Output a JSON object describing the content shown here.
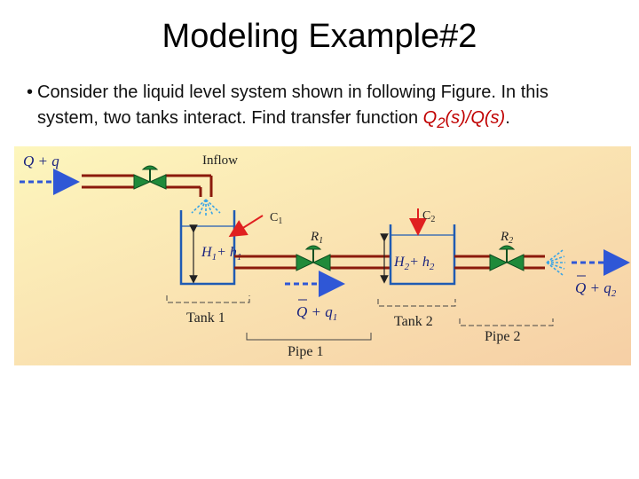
{
  "slide": {
    "title": "Modeling Example#2",
    "bullet_line1": "Consider the liquid level system shown in following Figure. In this",
    "bullet_line2_prefix": "system, two tanks interact. Find transfer function ",
    "bullet_tf": "Q",
    "bullet_tf_sub": "2",
    "bullet_tf_rest": "(s)/Q(s)",
    "bullet_end": "."
  },
  "figure": {
    "inflow_label": "Q + q",
    "inflow_title": "Inflow",
    "c1_label": "C",
    "c1_sub": "1",
    "c2_label": "C",
    "c2_sub": "2",
    "r1_label": "R",
    "r1_sub": "1",
    "r2_label": "R",
    "r2_sub": "2",
    "h1_label": "H",
    "h1_sub": "1",
    "h1_plus": "+ h",
    "h1_plus_sub": "1",
    "h2_label": "H",
    "h2_sub": "2",
    "h2_plus": "+ h",
    "h2_plus_sub": "2",
    "q1_label": "Q + q",
    "q1_sub": "1",
    "q2_label": "Q + q",
    "q2_sub": "2",
    "tank1_label": "Tank 1",
    "tank2_label": "Tank 2",
    "pipe1_label": "Pipe 1",
    "pipe2_label": "Pipe 2",
    "colors": {
      "background_left": "#fdf3b6",
      "background_right": "#f8d4a8",
      "pipe": "#8b1a0c",
      "tank": "#1f5bb3",
      "valve": "#1f8a3a",
      "flow_arrow": "#2f57d6",
      "marker_red": "#e02020"
    }
  }
}
